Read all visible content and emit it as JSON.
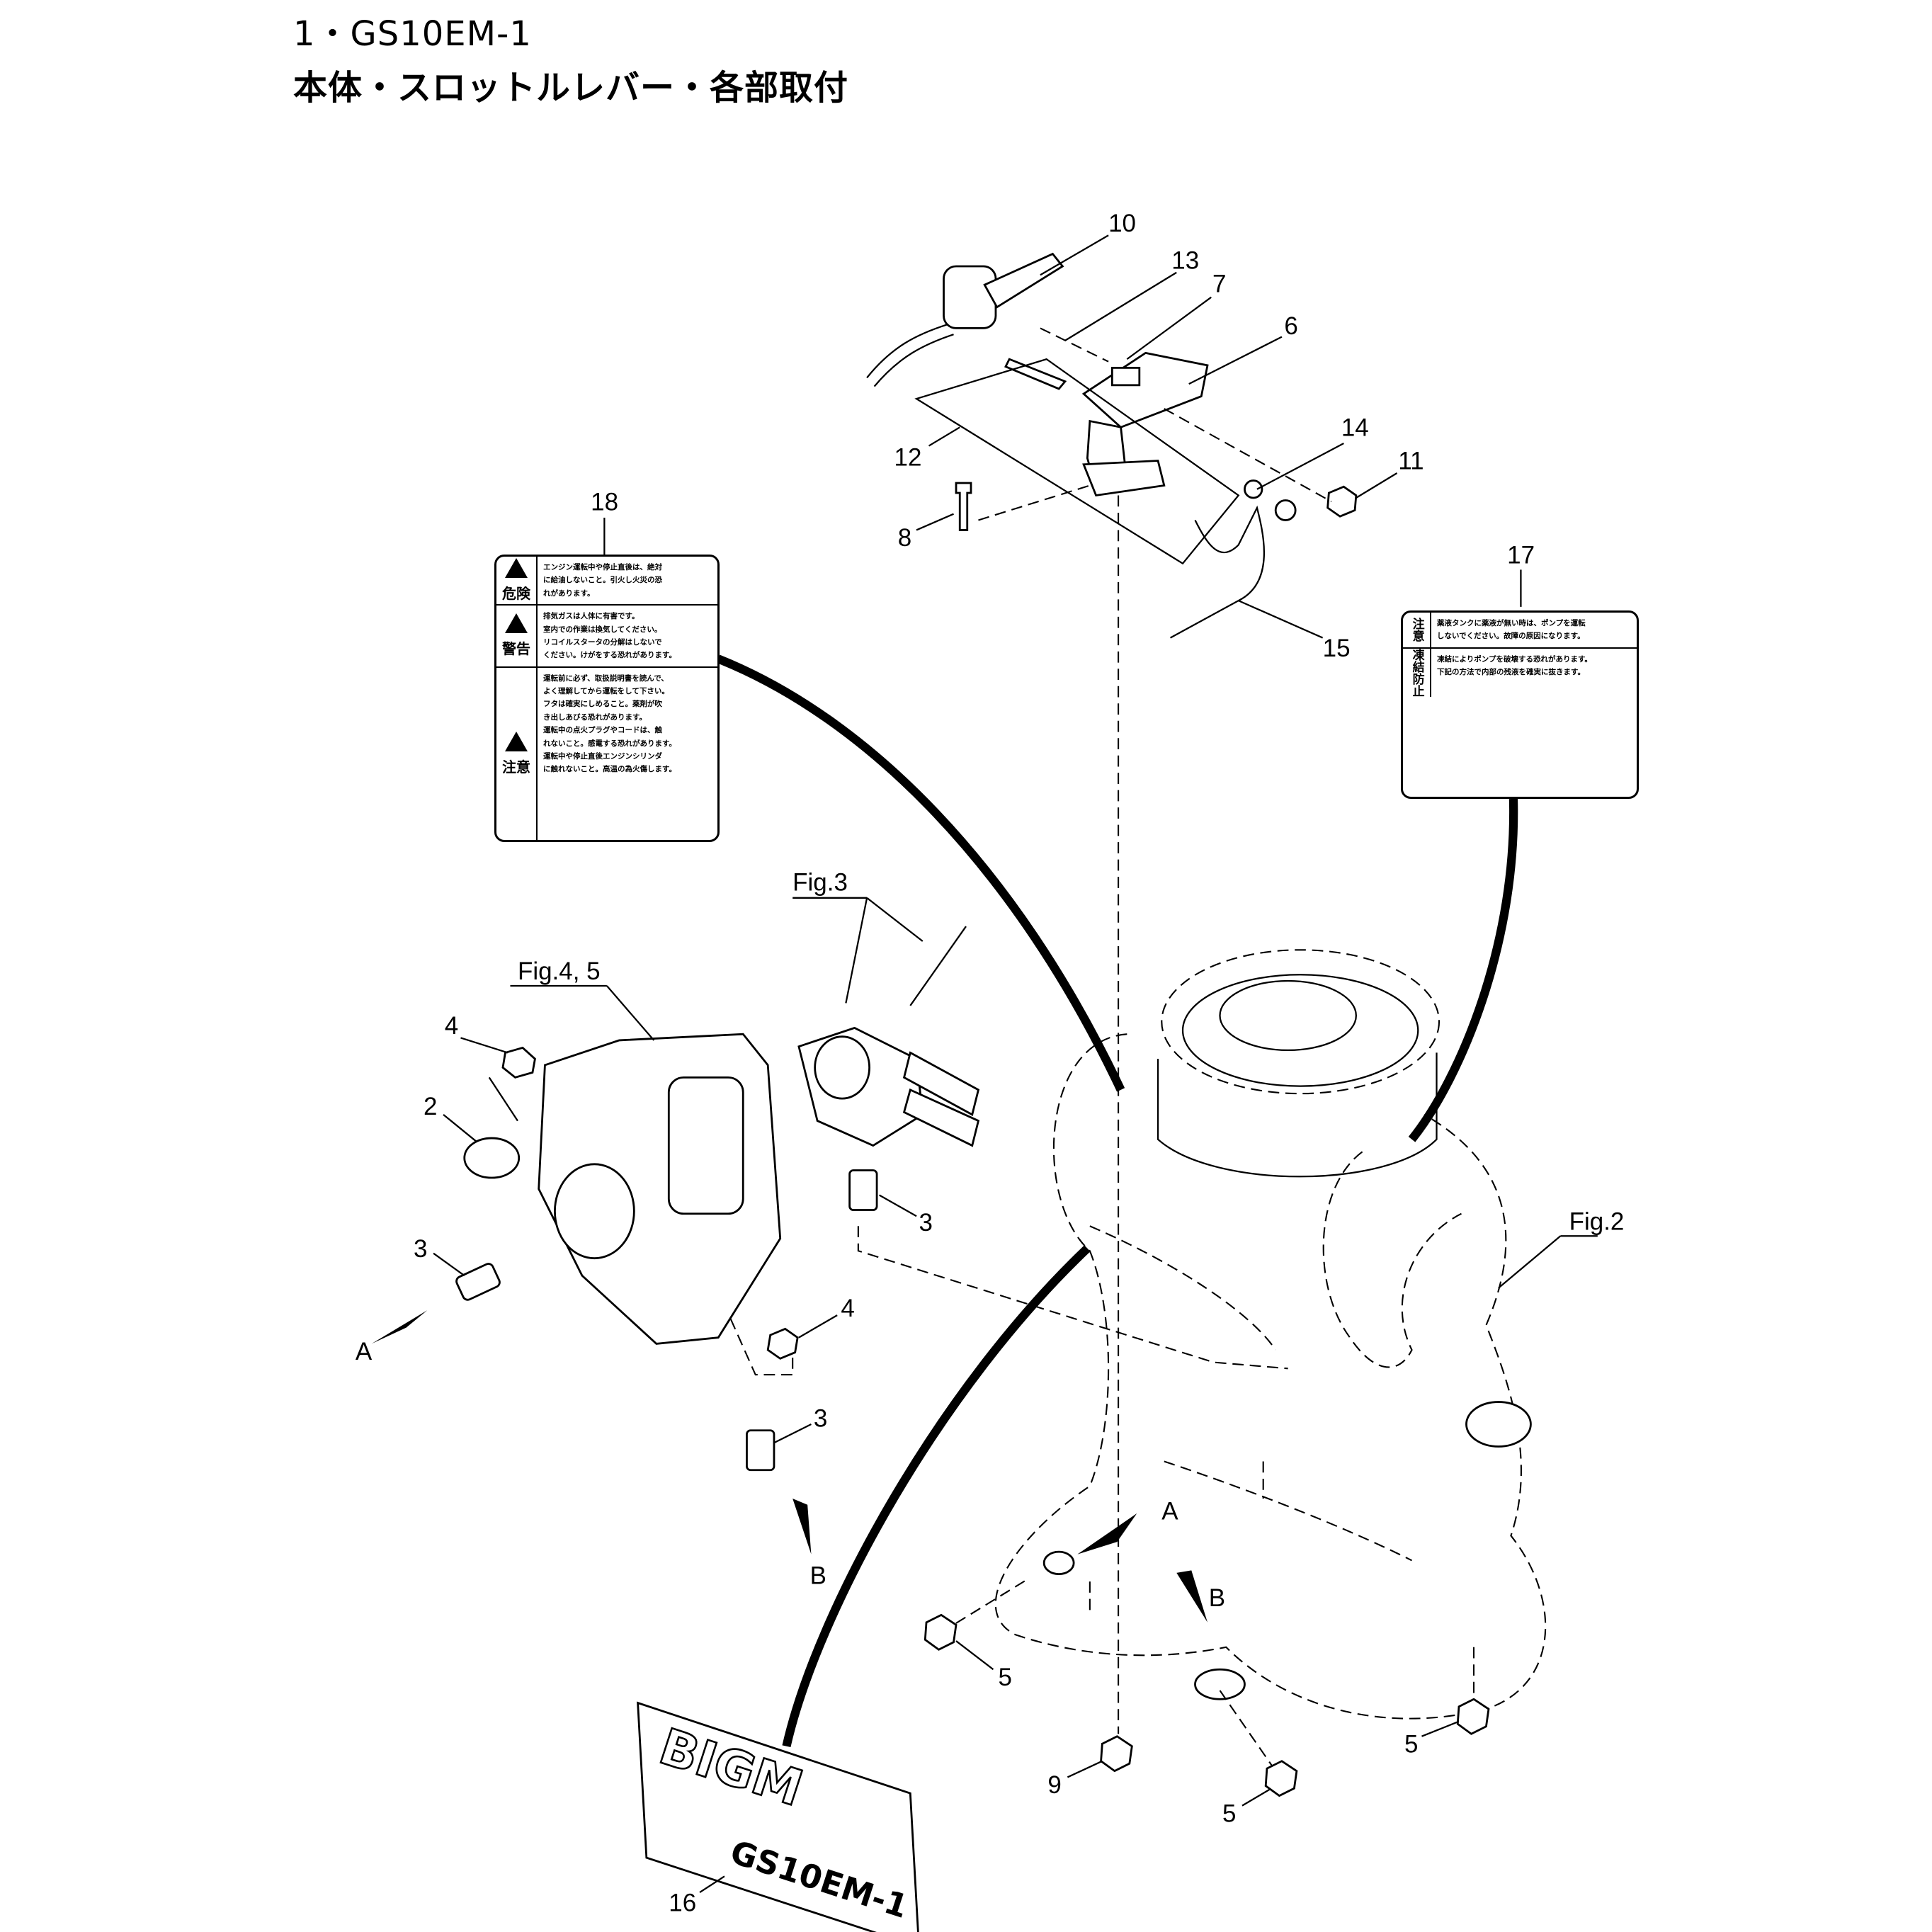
{
  "header": {
    "line1": "1・GS10EM-1",
    "line2": "本体・スロットルレバー・各部取付"
  },
  "callouts": {
    "c10": "10",
    "c13": "13",
    "c7": "7",
    "c6": "6",
    "c14": "14",
    "c11": "11",
    "c12": "12",
    "c8": "8",
    "c15": "15",
    "c18": "18",
    "c17": "17",
    "fig3": "Fig.3",
    "fig45": "Fig.4, 5",
    "c4a": "4",
    "c2": "2",
    "c3a": "3",
    "Aa": "A",
    "c3b": "3",
    "c4b": "4",
    "c3c": "3",
    "Ba": "B",
    "fig2": "Fig.2",
    "Ab": "A",
    "Bb": "B",
    "c5a": "5",
    "c5b": "5",
    "c9": "9",
    "c5c": "5",
    "c16": "16"
  },
  "decal18": {
    "sections": [
      {
        "heading": "危険",
        "lines": [
          "エンジン運転中や停止直後は、絶対",
          "に給油しないこと。引火し火災の恐",
          "れがあります。"
        ]
      },
      {
        "heading": "警告",
        "lines": [
          "排気ガスは人体に有害です。",
          "室内での作業は換気してください。",
          "リコイルスタータの分解はしないで",
          "ください。けがをする恐れがあります。"
        ]
      },
      {
        "heading": "注意",
        "lines": [
          "運転前に必ず、取扱説明書を読んで、",
          "よく理解してから運転をして下さい。",
          "フタは確実にしめること。薬剤が吹",
          "き出しあびる恐れがあります。",
          "運転中の点火プラグやコードは、触",
          "れないこと。感電する恐れがあります。",
          "運転中や停止直後エンジンシリンダ",
          "に触れないこと。高温の為火傷します。"
        ]
      }
    ]
  },
  "decal17": {
    "sections": [
      {
        "heading": "注意",
        "lines": [
          "薬液タンクに薬液が無い時は、ポンプを運転",
          "しないでください。故障の原因になります。"
        ]
      },
      {
        "heading": "凍結防止",
        "lines": [
          "凍結によりポンプを破壊する恐れがあります。",
          "下記の方法で内部の残液を確実に抜きます。"
        ]
      }
    ]
  },
  "decal16": {
    "logo": "BIGM",
    "model": "GS10EM-1"
  }
}
